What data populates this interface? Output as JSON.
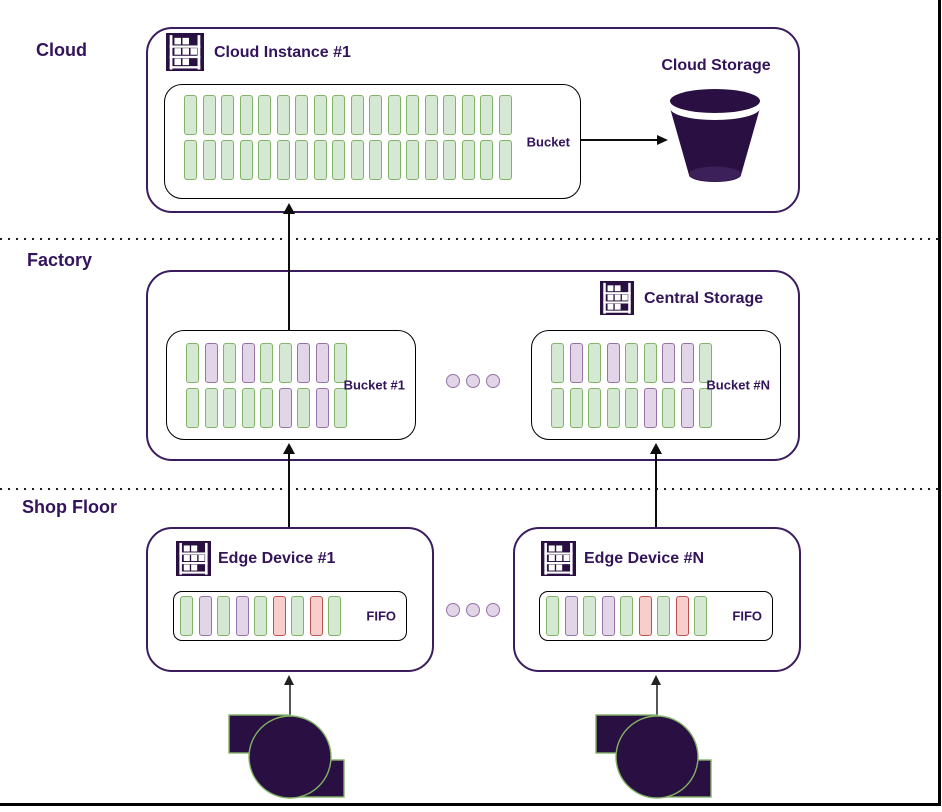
{
  "zones": {
    "cloud": "Cloud",
    "factory": "Factory",
    "shop_floor": "Shop Floor"
  },
  "cloud_instance": {
    "title": "Cloud Instance #1",
    "bucket_label": "Bucket",
    "rows": [
      [
        "green",
        "green",
        "green",
        "green",
        "green",
        "green",
        "green",
        "green",
        "green",
        "green",
        "green",
        "green",
        "green",
        "green",
        "green",
        "green",
        "green",
        "green"
      ],
      [
        "green",
        "green",
        "green",
        "green",
        "green",
        "green",
        "green",
        "green",
        "green",
        "green",
        "green",
        "green",
        "green",
        "green",
        "green",
        "green",
        "green",
        "green"
      ]
    ]
  },
  "cloud_storage": {
    "label": "Cloud Storage"
  },
  "central_storage": {
    "title": "Central Storage",
    "bucket1": {
      "label": "Bucket #1",
      "rows": [
        [
          "green",
          "purple",
          "green",
          "purple",
          "green",
          "green",
          "purple",
          "purple",
          "green"
        ],
        [
          "green",
          "green",
          "green",
          "green",
          "green",
          "purple",
          "green",
          "purple",
          "green"
        ]
      ]
    },
    "bucketN": {
      "label": "Bucket #N",
      "rows": [
        [
          "green",
          "purple",
          "green",
          "purple",
          "green",
          "green",
          "purple",
          "purple",
          "green"
        ],
        [
          "green",
          "green",
          "green",
          "green",
          "green",
          "purple",
          "green",
          "purple",
          "green"
        ]
      ]
    }
  },
  "edge1": {
    "title": "Edge Device #1",
    "fifo_label": "FIFO",
    "rows": [
      [
        "green",
        "purple",
        "green",
        "purple",
        "green",
        "red",
        "green",
        "red",
        "green"
      ]
    ]
  },
  "edgeN": {
    "title": "Edge Device #N",
    "fifo_label": "FIFO",
    "rows": [
      [
        "green",
        "purple",
        "green",
        "purple",
        "green",
        "red",
        "green",
        "red",
        "green"
      ]
    ]
  },
  "colors": {
    "dark_purple_fill": "#2A1042",
    "outline_purple": "#3A1C5F",
    "text_purple": "#33135A",
    "slot_green_fill": "#d5e8d4",
    "slot_green_stroke": "#82b366",
    "slot_purple_fill": "#e1d5e7",
    "slot_purple_stroke": "#9673a6",
    "slot_red_fill": "#f8cecc",
    "slot_red_stroke": "#b85450",
    "machine_stroke_green": "#82b366"
  }
}
